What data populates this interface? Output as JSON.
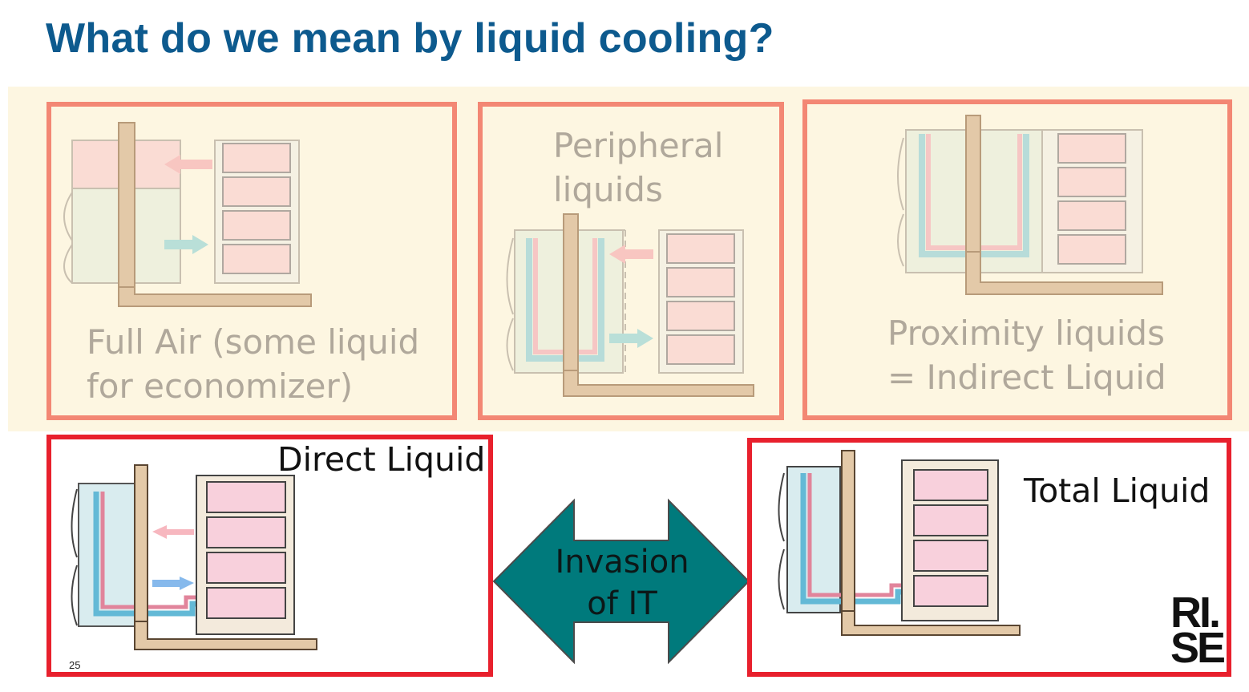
{
  "title": "What do we mean by liquid cooling?",
  "panels": {
    "full_air": {
      "line1": "Full Air (some liquid",
      "line2": "for economizer)"
    },
    "peripheral": {
      "line1": "Peripheral",
      "line2": "liquids"
    },
    "proximity": {
      "line1": "Proximity liquids",
      "line2": "= Indirect Liquid"
    },
    "direct": {
      "label": "Direct Liquid"
    },
    "total": {
      "label": "Total Liquid"
    }
  },
  "center_arrow": {
    "line1": "Invasion",
    "line2": "of IT"
  },
  "page_number": "25",
  "logo": {
    "line1": "RI.",
    "line2": "SE"
  },
  "colors": {
    "title": "#0d5a8e",
    "top_border": "#f38774",
    "bottom_border": "#e8202d",
    "arrow": "#007a7c"
  }
}
